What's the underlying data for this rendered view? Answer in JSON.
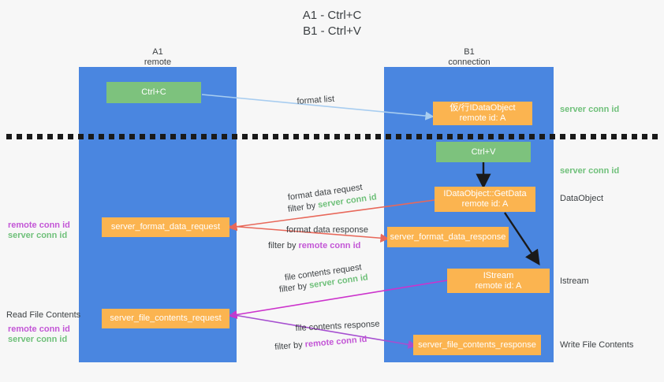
{
  "title": {
    "line1": "A1 - Ctrl+C",
    "line2": "B1 - Ctrl+V"
  },
  "columns": [
    {
      "name": "A1",
      "sub": "remote"
    },
    {
      "name": "B1",
      "sub": "connection"
    }
  ],
  "colors": {
    "lane": "#4a86e0",
    "green_node": "#7dc27d",
    "orange_node": "#fbb450",
    "server_conn": "#6fc07a",
    "remote_conn": "#c356d6",
    "arrow_blue": "#a8cdf0",
    "arrow_red": "#e8685a",
    "arrow_magenta": "#cc33cc",
    "arrow_purple": "#a64fd0",
    "arrow_black": "#1a1a1a",
    "background": "#f7f7f7"
  },
  "nodes": {
    "ctrl_c": {
      "line1": "Ctrl+C"
    },
    "ctrl_v": {
      "line1": "Ctrl+V"
    },
    "idataobject": {
      "line1": "仮/行IDataObject",
      "line2": "remote id: A"
    },
    "getdata": {
      "line1": "IDataObject::GetData",
      "line2": "remote id: A"
    },
    "istream": {
      "line1": "IStream",
      "line2": "remote id: A"
    },
    "fmt_req": {
      "line1": "server_format_data_request"
    },
    "fmt_res": {
      "line1": "server_format_data_response"
    },
    "file_req": {
      "line1": "server_file_contents_request"
    },
    "file_res": {
      "line1": "server_file_contents_response"
    }
  },
  "edge_labels": {
    "format_list": "format list",
    "format_data_request": "format data request",
    "format_data_request_filter_prefix": "filter by ",
    "format_data_request_filter_value": "server conn id",
    "format_data_response": "format data response",
    "format_data_response_filter_prefix": "filter by ",
    "format_data_response_filter_value": "remote conn id",
    "file_contents_request": "file contents request",
    "file_contents_request_filter_prefix": "filter by ",
    "file_contents_request_filter_value": "server conn id",
    "file_contents_response": "file contents response",
    "file_contents_response_filter_prefix": "filter by ",
    "file_contents_response_filter_value": "remote conn id"
  },
  "right_labels": {
    "server_conn_top": "server conn id",
    "server_conn_mid": "server conn id",
    "dataobject": "DataObject",
    "istream": "Istream",
    "write_file_contents": "Write File Contents"
  },
  "left_labels": {
    "remote_conn_1": "remote conn id",
    "server_conn_1": "server conn id",
    "read_file_contents": "Read File Contents",
    "remote_conn_2": "remote conn id",
    "server_conn_2": "server conn id"
  }
}
